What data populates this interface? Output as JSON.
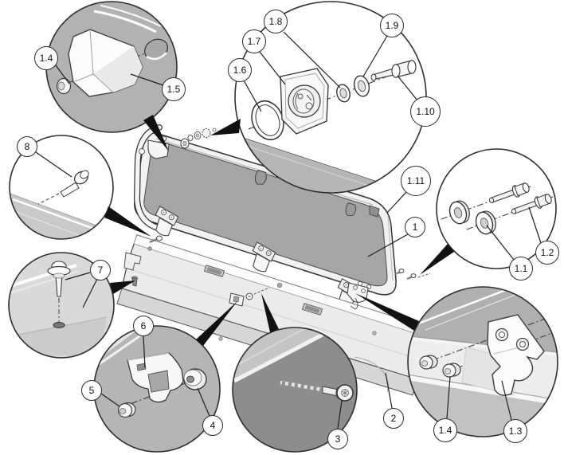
{
  "figure": {
    "type": "exploded-parts-diagram",
    "callouts": [
      {
        "id": "callout-1-4-a",
        "label": "1.4"
      },
      {
        "id": "callout-1-5",
        "label": "1.5"
      },
      {
        "id": "callout-8",
        "label": "8"
      },
      {
        "id": "callout-1-6",
        "label": "1.6"
      },
      {
        "id": "callout-1-7",
        "label": "1.7"
      },
      {
        "id": "callout-1-8",
        "label": "1.8"
      },
      {
        "id": "callout-1-9",
        "label": "1.9"
      },
      {
        "id": "callout-1-10",
        "label": "1.10"
      },
      {
        "id": "callout-1-11",
        "label": "1.11"
      },
      {
        "id": "callout-1",
        "label": "1"
      },
      {
        "id": "callout-1-1",
        "label": "1.1"
      },
      {
        "id": "callout-1-2",
        "label": "1.2"
      },
      {
        "id": "callout-7",
        "label": "7"
      },
      {
        "id": "callout-2",
        "label": "2"
      },
      {
        "id": "callout-1-4-b",
        "label": "1.4"
      },
      {
        "id": "callout-1-3",
        "label": "1.3"
      },
      {
        "id": "callout-3",
        "label": "3"
      },
      {
        "id": "callout-4",
        "label": "4"
      },
      {
        "id": "callout-5",
        "label": "5"
      },
      {
        "id": "callout-6",
        "label": "6"
      }
    ],
    "colors": {
      "background": "#ffffff",
      "outline": "#2b2b2b",
      "window_panel": "#a6a6a6",
      "tailgate_panel": "#ebebeb",
      "inset_background": "#b2b2b2",
      "callout_fill": "#ffffff",
      "leader_black": "#111111"
    }
  }
}
